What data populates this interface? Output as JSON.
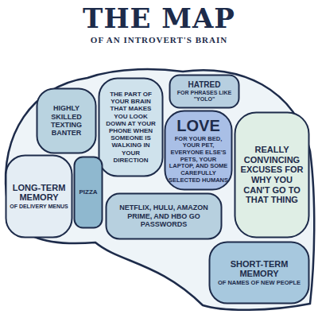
{
  "diagram": {
    "title": "THE MAP",
    "nodes": [
      {
        "text": [
          "HIGHLY SKILLED TEXTING BANTER"
        ]
      },
      {
        "text": [
          "THE PART OF YOUR BRAIN THAT MAKES YOU LOOK DOWN AT YOUR PHONE WHEN SOMEONE IS WALKING IN YOUR DIRECTION"
        ]
      },
      {
        "text": [
          "HATRED",
          "FOR PHRASES LIKE \"YOLO\""
        ]
      },
      {
        "text": [
          "LOVE",
          "FOR YOUR BED, YOUR PET, EVERYONE ELSE'S PETS, YOUR LAPTOP, AND SOME CAREFULLY SELECTED HUMANS"
        ]
      },
      {
        "text": [
          "REALLY CONVINCING EXCUSES FOR WHY YOU CAN'T GO TO THAT THING"
        ]
      },
      {
        "text": [
          "LONG-TERM MEMORY",
          "OF DELIVERY MENUS"
        ]
      },
      {
        "text": [
          "PIZZA"
        ]
      },
      {
        "text": [
          "NETFLIX, HULU, AMAZON PRIME, AND HBO GO PASSWORDS"
        ]
      },
      {
        "text": [
          "SHORT-TERM MEMORY",
          "OF NAMES OF NEW PEOPLE"
        ]
      }
    ],
    "labels": [
      "OF AN INTROVERT'S BRAIN"
    ]
  }
}
